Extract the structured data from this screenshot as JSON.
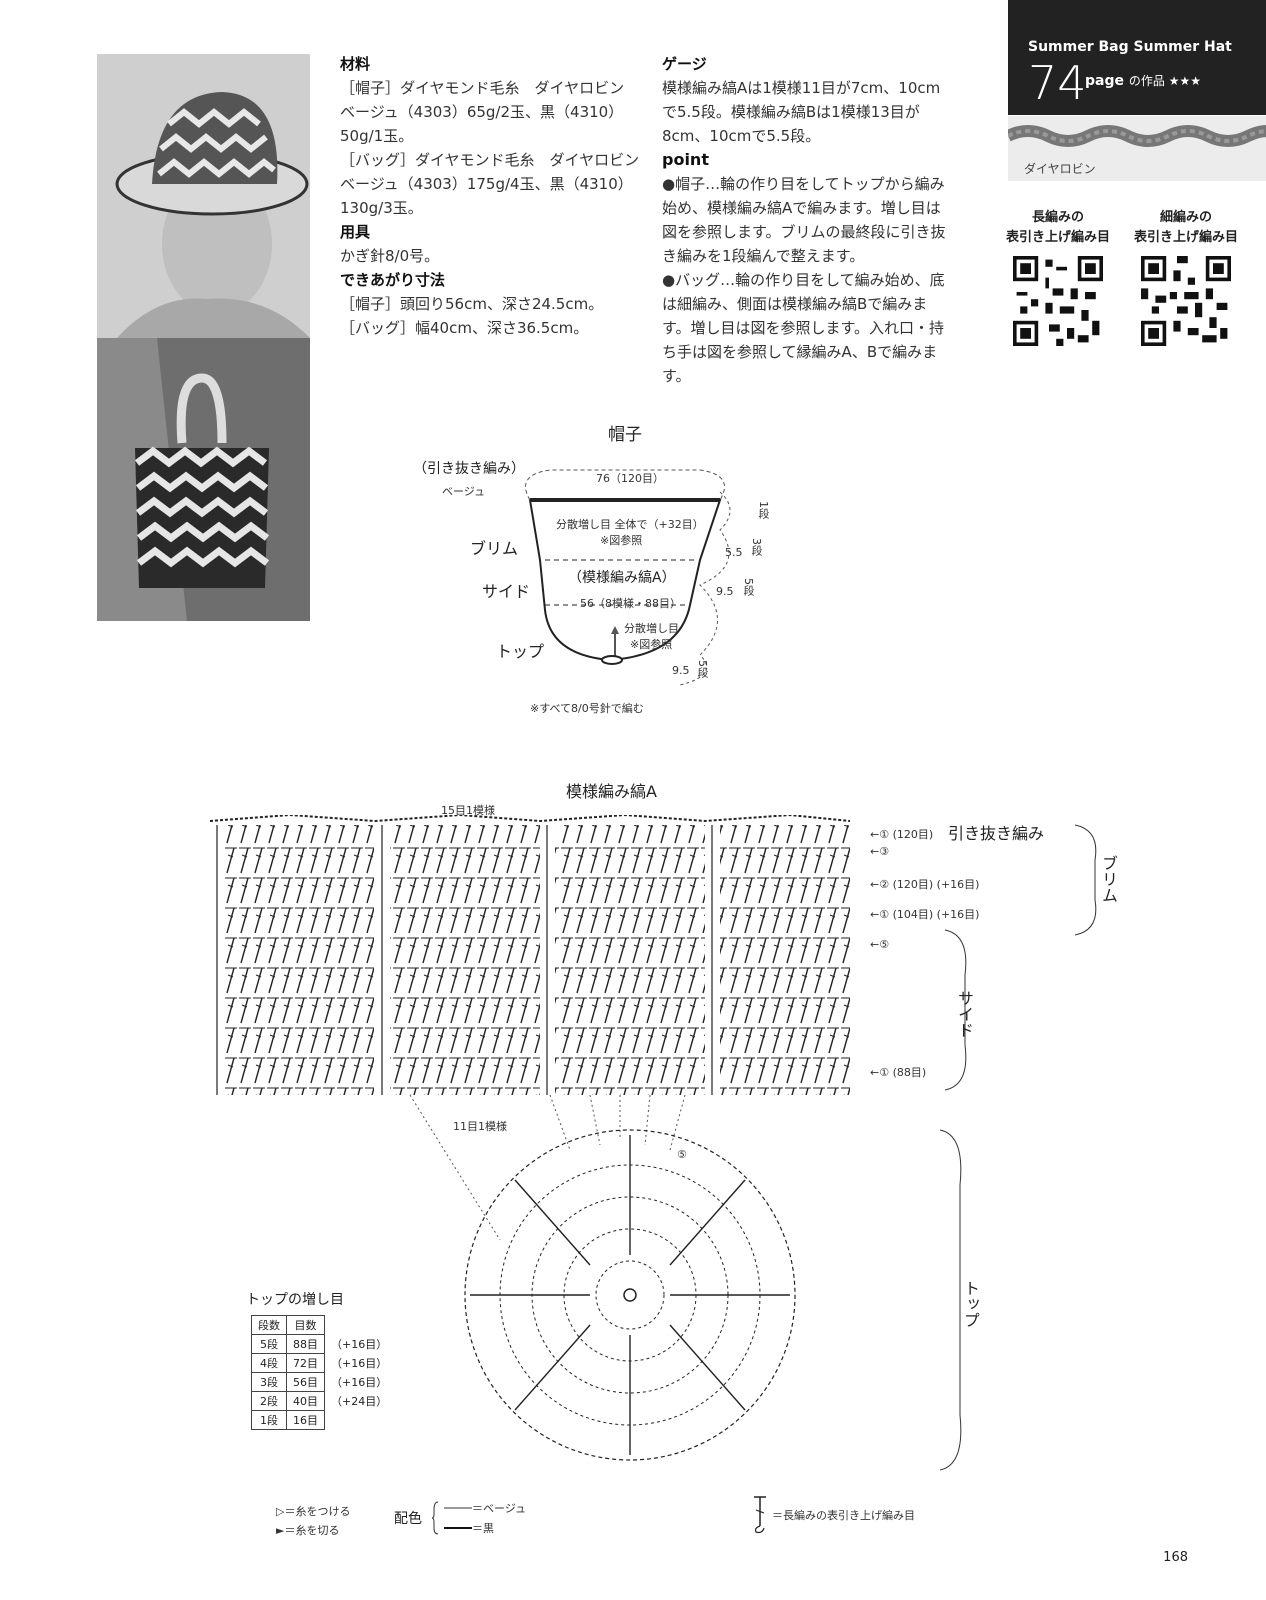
{
  "header": {
    "series": "Summer Bag Summer Hat",
    "page_number": "74",
    "page_word": "page",
    "suffix": "の作品 ★★★",
    "yarn_name": "ダイヤロビン"
  },
  "qr": {
    "left_label1": "長編みの",
    "left_label2": "表引き上げ編み目",
    "right_label1": "細編みの",
    "right_label2": "表引き上げ編み目"
  },
  "materials": {
    "heading": "材料",
    "line1": "［帽子］ダイヤモンド毛糸　ダイヤロビン",
    "line2": "ベージュ（4303）65g/2玉、黒（4310）",
    "line3": "50g/1玉。",
    "line4": "［バッグ］ダイヤモンド毛糸　ダイヤロビン",
    "line5": "ベージュ（4303）175g/4玉、黒（4310）",
    "line6": "130g/3玉。",
    "tools_heading": "用具",
    "tools": "かぎ針8/0号。",
    "size_heading": "できあがり寸法",
    "size1": "［帽子］頭回り56cm、深さ24.5cm。",
    "size2": "［バッグ］幅40cm、深さ36.5cm。"
  },
  "gauge": {
    "heading": "ゲージ",
    "line1": "模様編み縞Aは1模様11目が7cm、10cm",
    "line2": "で5.5段。模様編み縞Bは1模様13目が",
    "line3": "8cm、10cmで5.5段。",
    "point_heading": "point",
    "p1": "●帽子…輪の作り目をしてトップから編み",
    "p2": "始め、模様編み縞Aで編みます。増し目は",
    "p3": "図を参照します。ブリムの最終段に引き抜",
    "p4": "き編みを1段編んで整えます。",
    "p5": "●バッグ…輪の作り目をして編み始め、底",
    "p6": "は細編み、側面は模様編み縞Bで編みま",
    "p7": "す。増し目は図を参照します。入れ口・持",
    "p8": "ち手は図を参照して縁編みA、Bで編みま",
    "p9": "す。"
  },
  "hat_diagram": {
    "title": "帽子",
    "slip": "（引き抜き編み）",
    "beige": "ベージュ",
    "top_width": "76（120目）",
    "brim_inc": "分散増し目 全体で（+32目）",
    "ref1": "※図参照",
    "brim": "ブリム",
    "side": "サイド",
    "pattern": "（模様編み縞A）",
    "mid_width": "56（8模様・88目）",
    "top_inc": "分散増し目",
    "ref2": "※図参照",
    "top": "トップ",
    "r1": "1段",
    "d1": "5.5",
    "r2": "3段",
    "d2": "9.5",
    "r3": "5段",
    "d3": "9.5",
    "r4": "5段",
    "note": "※すべて8/0号針で編む"
  },
  "chart": {
    "title": "模様編み縞A",
    "repeat15": "15目1模様",
    "repeat11": "11目1模様",
    "row1": "←① (120目)",
    "slipstitch": "引き抜き編み",
    "row2": "←③",
    "row3": "←② (120目) (+16目)",
    "row4": "←① (104目) (+16目)",
    "row5": "←⑤",
    "row6": "←① (88目)",
    "brim": "ブリム",
    "side": "サイド",
    "top": "トップ",
    "row5_circle": "⑤"
  },
  "increase_table": {
    "title": "トップの増し目",
    "headers": [
      "段数",
      "目数"
    ],
    "rows": [
      [
        "5段",
        "88目",
        "（+16目）"
      ],
      [
        "4段",
        "72目",
        "（+16目）"
      ],
      [
        "3段",
        "56目",
        "（+16目）"
      ],
      [
        "2段",
        "40目",
        "（+24目）"
      ],
      [
        "1段",
        "16目",
        ""
      ]
    ]
  },
  "legend": {
    "attach": "▷＝糸をつける",
    "cut": "►＝糸を切る",
    "color_label": "配色",
    "beige": "＝ベージュ",
    "black": "＝黒",
    "fpdc": "＝長編みの表引き上げ編み目"
  },
  "page": "168"
}
